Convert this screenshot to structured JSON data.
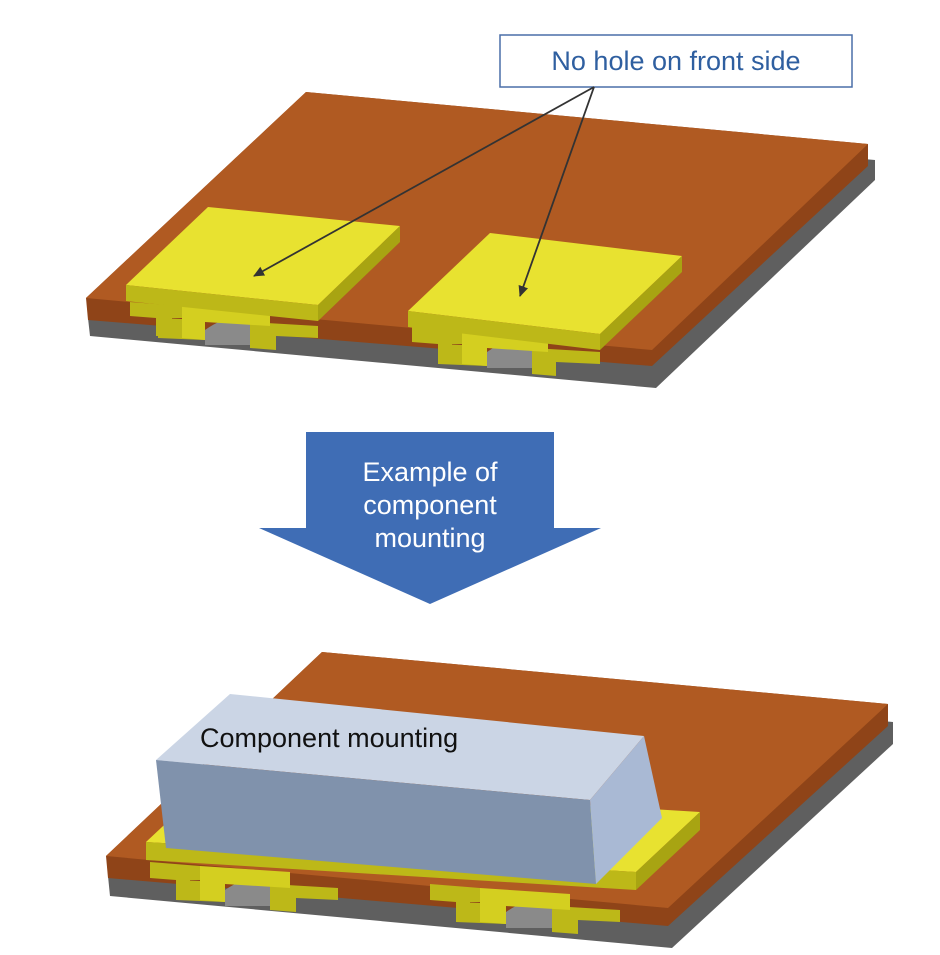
{
  "callout": {
    "text": "No hole on front side"
  },
  "arrow": {
    "lines": [
      "Example of",
      "component",
      "mounting"
    ]
  },
  "component": {
    "label": "Component mounting"
  },
  "colors": {
    "board_top": "#b05a22",
    "board_edge": "#8f4418",
    "board_base": "#5f5f5f",
    "pad_top": "#e8e230",
    "pad_side": "#bdb818",
    "arrow_fill": "#3f6db5",
    "callout_border": "#4a6fa8",
    "callout_text": "#2f5fa0",
    "component_top": "#cbd5e5",
    "component_front": "#8092ac",
    "component_side": "#a9b9d4"
  }
}
